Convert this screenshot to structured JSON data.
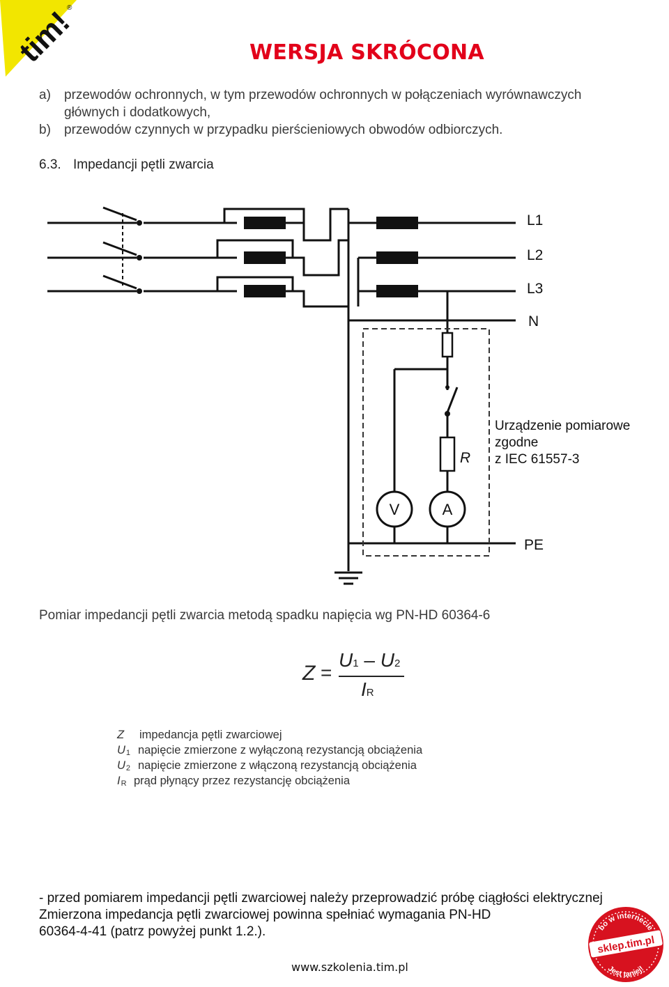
{
  "logo": {
    "text": "tim!",
    "reg": "®",
    "color": "#f2e600"
  },
  "header": {
    "title": "WERSJA SKRÓCONA",
    "title_color": "#e2001a"
  },
  "list_items": [
    {
      "marker": "a)",
      "line1": "przewodów ochronnych, w tym przewodów ochronnych w połączeniach wyrównawczych",
      "line2": "głównych i dodatkowych,"
    },
    {
      "marker": "b)",
      "line1": "przewodów czynnych w przypadku pierścieniowych obwodów odbiorczych."
    }
  ],
  "section": {
    "number": "6.3.",
    "title": "Impedancji pętli zwarcia"
  },
  "diagram": {
    "line_labels": [
      "L1",
      "L2",
      "L3",
      "N",
      "PE"
    ],
    "device_label": [
      "Urządzenie pomiarowe",
      "zgodne",
      "z IEC 61557-3"
    ],
    "resistor_label": "R",
    "voltmeter_label": "V",
    "ammeter_label": "A"
  },
  "caption": "Pomiar impedancji pętli zwarcia metodą spadku napięcia wg PN-HD 60364-6",
  "formula": {
    "lhs": "Z",
    "eq": "=",
    "num_a": "U",
    "num_a_sub": "1",
    "minus": "–",
    "num_b": "U",
    "num_b_sub": "2",
    "den": "I",
    "den_sub": "R"
  },
  "legend": [
    {
      "symbol": "Z",
      "sub": "",
      "text": "impedancja pętli zwarciowej"
    },
    {
      "symbol": "U",
      "sub": "1",
      "text": "napięcie zmierzone z wyłączoną rezystancją obciążenia"
    },
    {
      "symbol": "U",
      "sub": "2",
      "text": "napięcie zmierzone z włączoną rezystancją obciążenia"
    },
    {
      "symbol": "I",
      "sub": "R",
      "text": "prąd płynący przez rezystancję obciążenia"
    }
  ],
  "notes": [
    "- przed pomiarem impedancji pętli zwarciowej należy przeprowadzić próbę ciągłości elektrycznej",
    "Zmierzona impedancja pętli zwarciowej powinna spełniać wymagania PN-HD",
    "60364-4-41 (patrz powyżej punkt 1.2.)."
  ],
  "badge": {
    "top": "bo w internecie",
    "middle": "sklep.tim.pl",
    "bottom": "Jest taniej!",
    "color": "#d7121f"
  },
  "footer": {
    "url": "www.szkolenia.tim.pl"
  }
}
